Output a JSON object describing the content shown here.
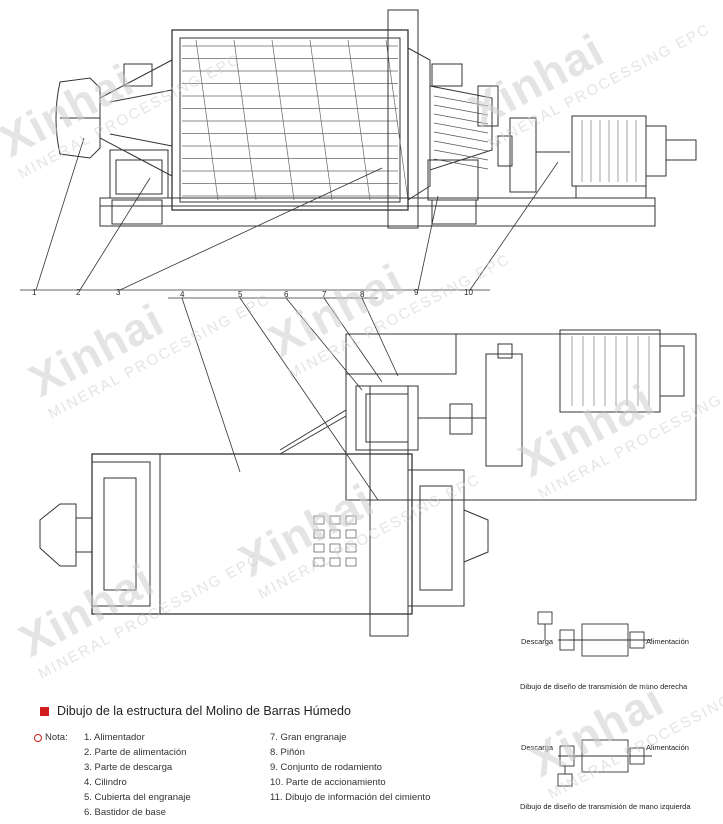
{
  "watermark": {
    "brand": "Xinhai",
    "tagline": "MINERAL PROCESSING EPC"
  },
  "callouts": [
    "1",
    "2",
    "3",
    "10",
    "9",
    "4",
    "5",
    "6",
    "7",
    "8"
  ],
  "caption": "Dibujo de la estructura del Molino de Barras Húmedo",
  "notes": {
    "label": "Nota:",
    "items": [
      "1.  Alimentador",
      "2.  Parte de alimentación",
      "3.  Parte de descarga",
      "4.  Cilindro",
      "5.  Cubierta del engranaje",
      "6.  Bastidor de base",
      "7.  Gran engranaje",
      "8.  Piñón",
      "9.  Conjunto de rodamiento",
      "10. Parte de accionamiento",
      "11. Dibujo de información del cimiento"
    ]
  },
  "transmission_right": {
    "discharge": "Descarga",
    "feed": "Alimentación",
    "caption": "Dibujo de diseño de transmisión de mano derecha"
  },
  "transmission_left": {
    "discharge": "Descarga",
    "feed": "Alimentación",
    "caption": "Dibujo de diseño de transmisión de mano izquierda"
  },
  "colors": {
    "accent": "#d21d1d",
    "line": "#333333",
    "watermark": "#cfcfcf"
  }
}
